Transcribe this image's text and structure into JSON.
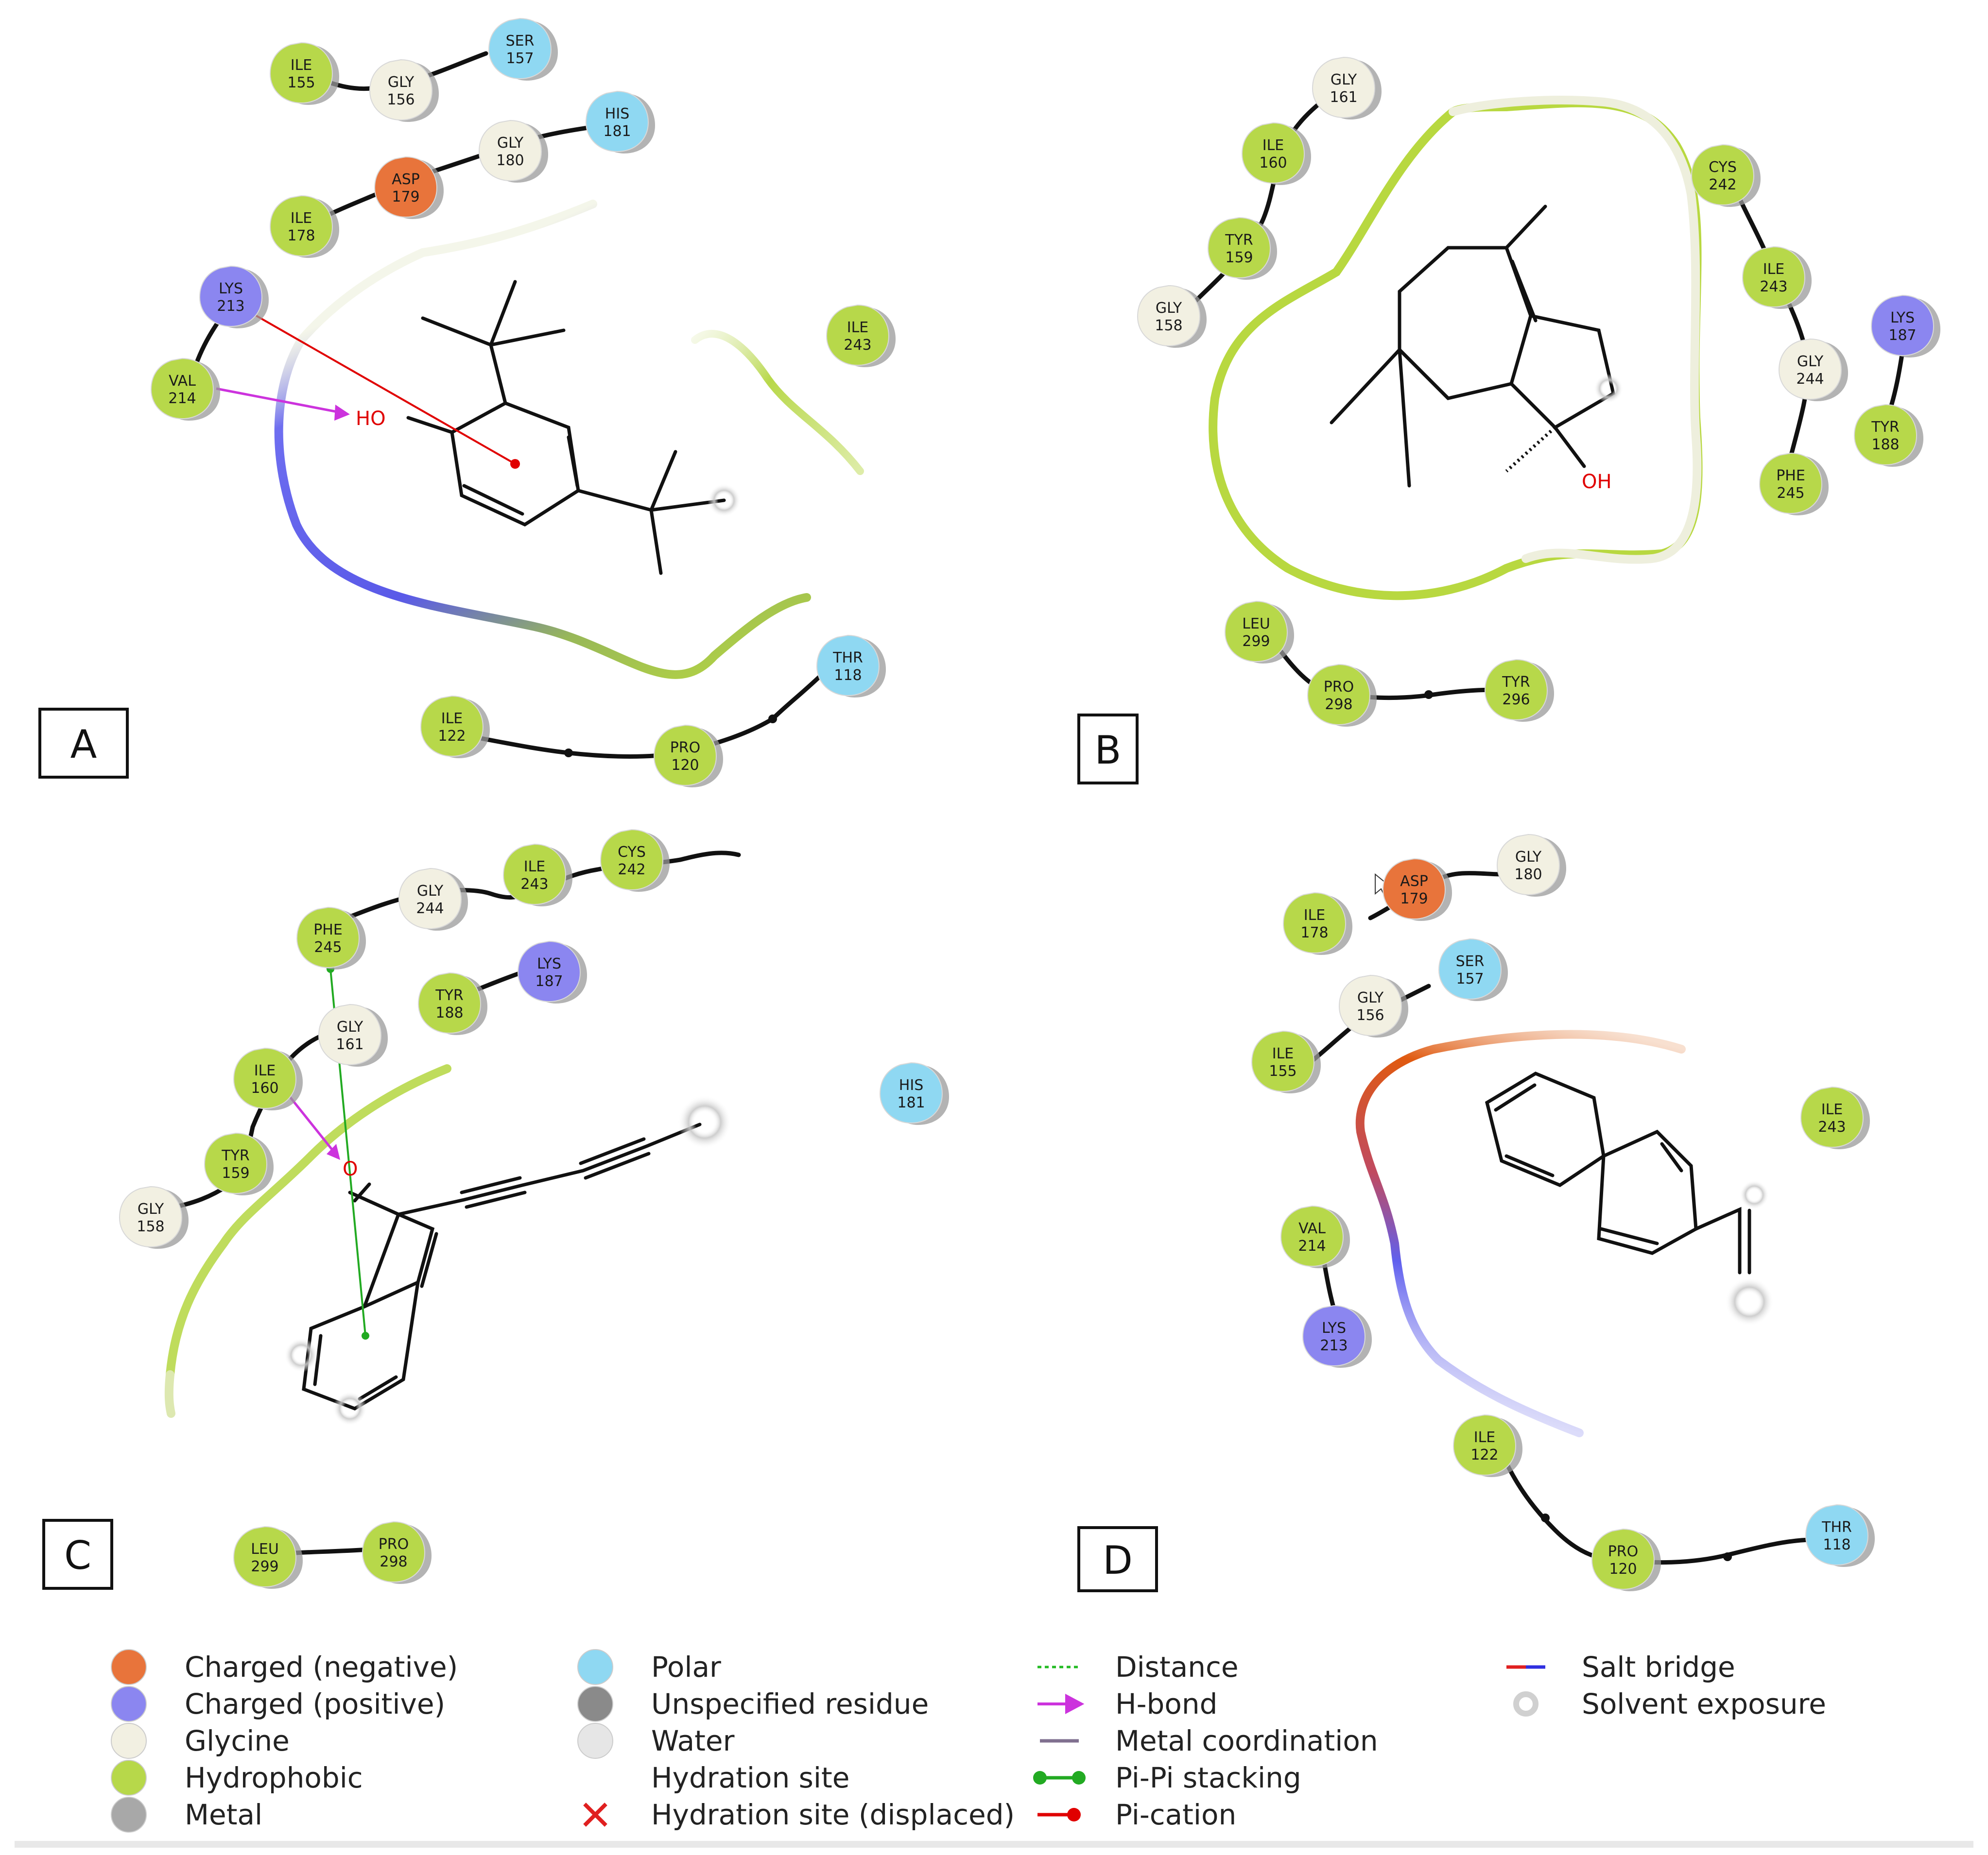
{
  "colors": {
    "charged_negative": "#e8743b",
    "charged_positive": "#8b86f0",
    "glycine": "#f2f0e2",
    "hydrophobic": "#b7d84a",
    "polar": "#8fd8f2",
    "hbond": "#cc33dd",
    "pication": "#e00000",
    "pistacking": "#22aa22",
    "saltbridge_neg": "#e05a10",
    "saltbridge_pos": "#5a5af0"
  },
  "panels": [
    {
      "label": "A",
      "residues": [
        {
          "id": "A-ILE155",
          "name": "ILE",
          "num": "155",
          "type": "hydrophobic"
        },
        {
          "id": "A-GLY156",
          "name": "GLY",
          "num": "156",
          "type": "glycine"
        },
        {
          "id": "A-SER157",
          "name": "SER",
          "num": "157",
          "type": "polar"
        },
        {
          "id": "A-HIS181",
          "name": "HIS",
          "num": "181",
          "type": "polar"
        },
        {
          "id": "A-GLY180",
          "name": "GLY",
          "num": "180",
          "type": "glycine"
        },
        {
          "id": "A-ASP179",
          "name": "ASP",
          "num": "179",
          "type": "charged_negative"
        },
        {
          "id": "A-ILE178",
          "name": "ILE",
          "num": "178",
          "type": "hydrophobic"
        },
        {
          "id": "A-LYS213",
          "name": "LYS",
          "num": "213",
          "type": "charged_positive"
        },
        {
          "id": "A-VAL214",
          "name": "VAL",
          "num": "214",
          "type": "hydrophobic"
        },
        {
          "id": "A-ILE243",
          "name": "ILE",
          "num": "243",
          "type": "hydrophobic"
        },
        {
          "id": "A-THR118",
          "name": "THR",
          "num": "118",
          "type": "polar"
        },
        {
          "id": "A-ILE122",
          "name": "ILE",
          "num": "122",
          "type": "hydrophobic"
        },
        {
          "id": "A-PRO120",
          "name": "PRO",
          "num": "120",
          "type": "hydrophobic"
        }
      ],
      "atom_labels": [
        "HO"
      ]
    },
    {
      "label": "B",
      "residues": [
        {
          "id": "B-GLY161",
          "name": "GLY",
          "num": "161",
          "type": "glycine"
        },
        {
          "id": "B-ILE160",
          "name": "ILE",
          "num": "160",
          "type": "hydrophobic"
        },
        {
          "id": "B-TYR159",
          "name": "TYR",
          "num": "159",
          "type": "hydrophobic"
        },
        {
          "id": "B-GLY158",
          "name": "GLY",
          "num": "158",
          "type": "glycine"
        },
        {
          "id": "B-CYS242",
          "name": "CYS",
          "num": "242",
          "type": "hydrophobic"
        },
        {
          "id": "B-ILE243",
          "name": "ILE",
          "num": "243",
          "type": "hydrophobic"
        },
        {
          "id": "B-LYS187",
          "name": "LYS",
          "num": "187",
          "type": "charged_positive"
        },
        {
          "id": "B-GLY244",
          "name": "GLY",
          "num": "244",
          "type": "glycine"
        },
        {
          "id": "B-TYR188",
          "name": "TYR",
          "num": "188",
          "type": "hydrophobic"
        },
        {
          "id": "B-PHE245",
          "name": "PHE",
          "num": "245",
          "type": "hydrophobic"
        },
        {
          "id": "B-LEU299",
          "name": "LEU",
          "num": "299",
          "type": "hydrophobic"
        },
        {
          "id": "B-PRO298",
          "name": "PRO",
          "num": "298",
          "type": "hydrophobic"
        },
        {
          "id": "B-TYR296",
          "name": "TYR",
          "num": "296",
          "type": "hydrophobic"
        }
      ],
      "atom_labels": [
        "OH"
      ]
    },
    {
      "label": "C",
      "residues": [
        {
          "id": "C-ILE243",
          "name": "ILE",
          "num": "243",
          "type": "hydrophobic"
        },
        {
          "id": "C-CYS242",
          "name": "CYS",
          "num": "242",
          "type": "hydrophobic"
        },
        {
          "id": "C-GLY244",
          "name": "GLY",
          "num": "244",
          "type": "glycine"
        },
        {
          "id": "C-PHE245",
          "name": "PHE",
          "num": "245",
          "type": "hydrophobic"
        },
        {
          "id": "C-LYS187",
          "name": "LYS",
          "num": "187",
          "type": "charged_positive"
        },
        {
          "id": "C-TYR188",
          "name": "TYR",
          "num": "188",
          "type": "hydrophobic"
        },
        {
          "id": "C-GLY161",
          "name": "GLY",
          "num": "161",
          "type": "glycine"
        },
        {
          "id": "C-ILE160",
          "name": "ILE",
          "num": "160",
          "type": "hydrophobic"
        },
        {
          "id": "C-HIS181",
          "name": "HIS",
          "num": "181",
          "type": "polar"
        },
        {
          "id": "C-TYR159",
          "name": "TYR",
          "num": "159",
          "type": "hydrophobic"
        },
        {
          "id": "C-GLY158",
          "name": "GLY",
          "num": "158",
          "type": "glycine"
        },
        {
          "id": "C-LEU299",
          "name": "LEU",
          "num": "299",
          "type": "hydrophobic"
        },
        {
          "id": "C-PRO298",
          "name": "PRO",
          "num": "298",
          "type": "hydrophobic"
        }
      ],
      "atom_labels": [
        "O"
      ]
    },
    {
      "label": "D",
      "residues": [
        {
          "id": "D-ASP179",
          "name": "ASP",
          "num": "179",
          "type": "charged_negative"
        },
        {
          "id": "D-GLY180",
          "name": "GLY",
          "num": "180",
          "type": "glycine"
        },
        {
          "id": "D-ILE178",
          "name": "ILE",
          "num": "178",
          "type": "hydrophobic"
        },
        {
          "id": "D-SER157",
          "name": "SER",
          "num": "157",
          "type": "polar"
        },
        {
          "id": "D-GLY156",
          "name": "GLY",
          "num": "156",
          "type": "glycine"
        },
        {
          "id": "D-ILE155",
          "name": "ILE",
          "num": "155",
          "type": "hydrophobic"
        },
        {
          "id": "D-ILE243",
          "name": "ILE",
          "num": "243",
          "type": "hydrophobic"
        },
        {
          "id": "D-VAL214",
          "name": "VAL",
          "num": "214",
          "type": "hydrophobic"
        },
        {
          "id": "D-LYS213",
          "name": "LYS",
          "num": "213",
          "type": "charged_positive"
        },
        {
          "id": "D-ILE122",
          "name": "ILE",
          "num": "122",
          "type": "hydrophobic"
        },
        {
          "id": "D-PRO120",
          "name": "PRO",
          "num": "120",
          "type": "hydrophobic"
        },
        {
          "id": "D-THR118",
          "name": "THR",
          "num": "118",
          "type": "polar"
        }
      ],
      "atom_labels": []
    }
  ],
  "legend": [
    {
      "key": "charged_negative",
      "label": "Charged (negative)",
      "swatch": "circle",
      "color": "#e8743b"
    },
    {
      "key": "charged_positive",
      "label": "Charged (positive)",
      "swatch": "circle",
      "color": "#8b86f0"
    },
    {
      "key": "glycine",
      "label": "Glycine",
      "swatch": "circle",
      "color": "#f2f0e2"
    },
    {
      "key": "hydrophobic",
      "label": "Hydrophobic",
      "swatch": "circle",
      "color": "#b7d84a"
    },
    {
      "key": "metal",
      "label": "Metal",
      "swatch": "circle",
      "color": "#a8a8a8"
    },
    {
      "key": "polar",
      "label": "Polar",
      "swatch": "circle",
      "color": "#8fd8f2"
    },
    {
      "key": "unspecified",
      "label": "Unspecified residue",
      "swatch": "circle",
      "color": "#8a8a8a"
    },
    {
      "key": "water",
      "label": "Water",
      "swatch": "circle",
      "color": "#e6e6e6"
    },
    {
      "key": "hydration_site",
      "label": "Hydration site",
      "swatch": "none",
      "color": "#ffffff"
    },
    {
      "key": "hydration_displaced",
      "label": "Hydration site (displaced)",
      "swatch": "cross",
      "color": "#e02020"
    },
    {
      "key": "distance",
      "label": "Distance",
      "swatch": "dashed",
      "color": "#22bb22"
    },
    {
      "key": "hbond",
      "label": "H-bond",
      "swatch": "arrow",
      "color": "#cc33dd"
    },
    {
      "key": "metal_coord",
      "label": "Metal coordination",
      "swatch": "line",
      "color": "#807090"
    },
    {
      "key": "pipi",
      "label": "Pi-Pi stacking",
      "swatch": "dumbbell",
      "color": "#22aa22"
    },
    {
      "key": "pication",
      "label": "Pi-cation",
      "swatch": "lollipop",
      "color": "#e00000"
    },
    {
      "key": "saltbridge",
      "label": "Salt bridge",
      "swatch": "bicolor",
      "color": "#e02020"
    },
    {
      "key": "solvent",
      "label": "Solvent exposure",
      "swatch": "ring",
      "color": "#d0d0d0"
    }
  ]
}
